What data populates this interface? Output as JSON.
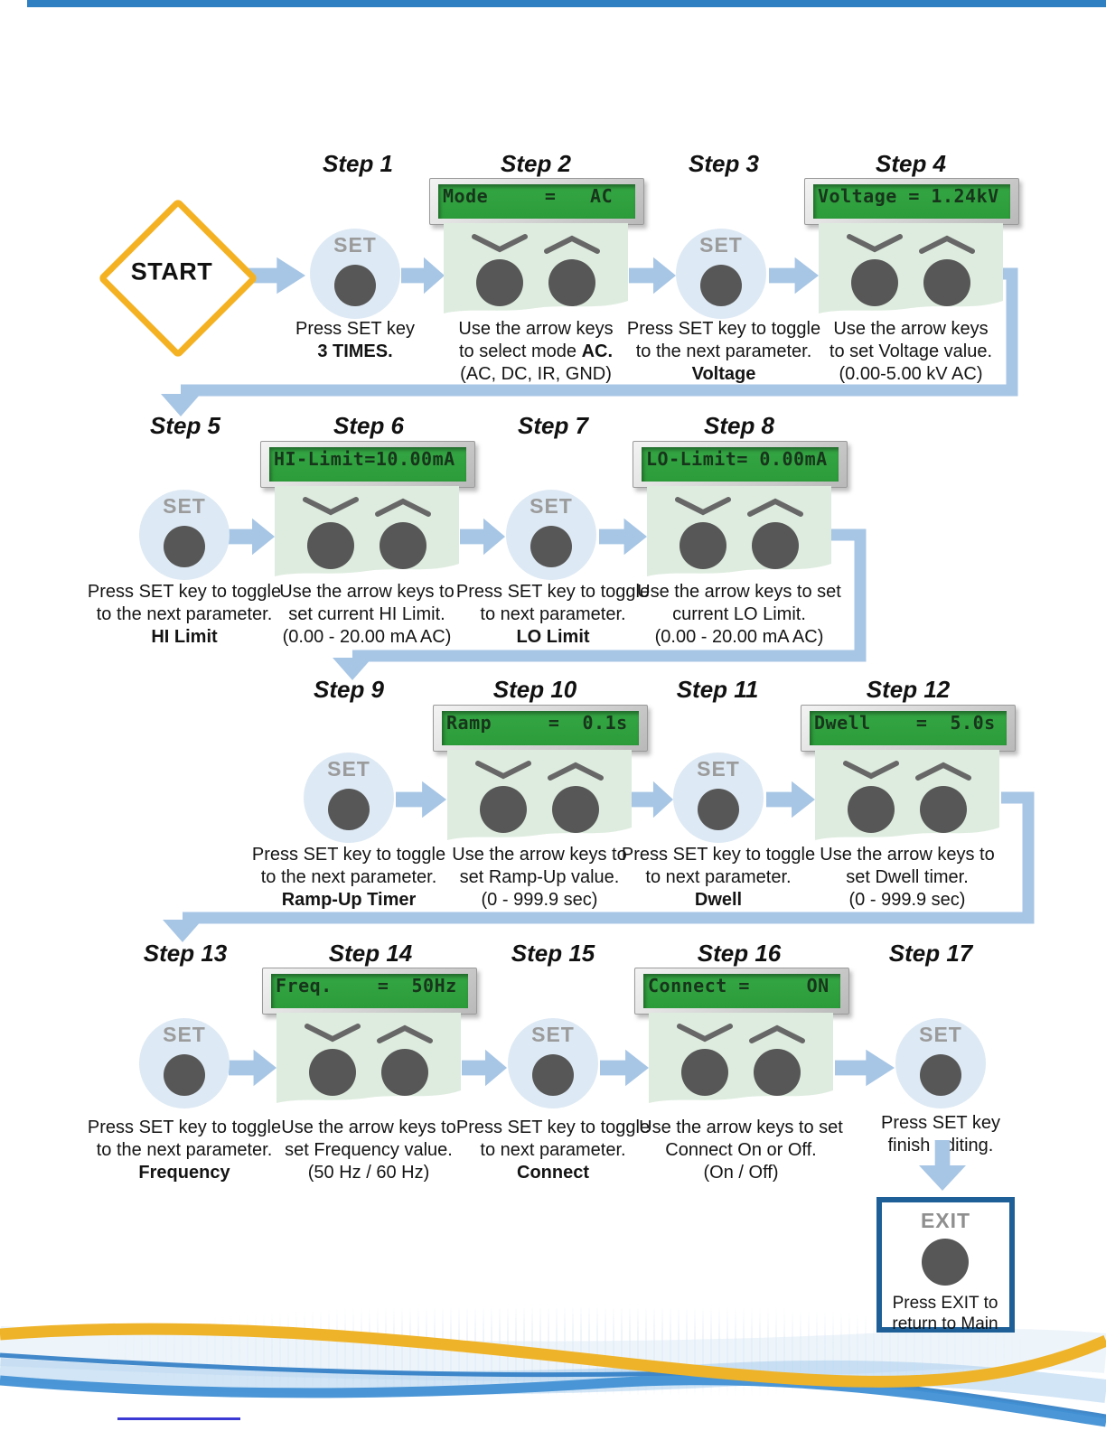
{
  "flow": {
    "start_label": "START",
    "set_key_label": "SET",
    "steps": [
      {
        "id": 1,
        "title": "Step 1",
        "kind": "set",
        "caption": [
          [
            {
              "t": "Press SET key",
              "b": 0
            }
          ],
          [
            {
              "t": "3 TIMES.",
              "b": 1
            }
          ]
        ]
      },
      {
        "id": 2,
        "title": "Step 2",
        "kind": "display",
        "lcd": "Mode     =   AC",
        "caption": [
          [
            {
              "t": "Use the arrow keys",
              "b": 0
            }
          ],
          [
            {
              "t": "to select mode ",
              "b": 0
            },
            {
              "t": "AC.",
              "b": 1
            }
          ],
          [
            {
              "t": "(AC, DC, IR, GND)",
              "b": 0
            }
          ]
        ]
      },
      {
        "id": 3,
        "title": "Step 3",
        "kind": "set",
        "caption": [
          [
            {
              "t": "Press SET key to toggle",
              "b": 0
            }
          ],
          [
            {
              "t": "to the next parameter.",
              "b": 0
            }
          ],
          [
            {
              "t": "Voltage",
              "b": 1
            }
          ]
        ]
      },
      {
        "id": 4,
        "title": "Step 4",
        "kind": "display",
        "lcd": "Voltage = 1.24kV",
        "caption": [
          [
            {
              "t": "Use the arrow keys",
              "b": 0
            }
          ],
          [
            {
              "t": "to set Voltage value.",
              "b": 0
            }
          ],
          [
            {
              "t": "(0.00-5.00 kV AC)",
              "b": 0
            }
          ]
        ]
      },
      {
        "id": 5,
        "title": "Step 5",
        "kind": "set",
        "caption": [
          [
            {
              "t": "Press SET key to toggle",
              "b": 0
            }
          ],
          [
            {
              "t": "to the next parameter.",
              "b": 0
            }
          ],
          [
            {
              "t": "HI Limit",
              "b": 1
            }
          ]
        ]
      },
      {
        "id": 6,
        "title": "Step 6",
        "kind": "display",
        "lcd": "HI-Limit=10.00mA",
        "caption": [
          [
            {
              "t": "Use the arrow keys to",
              "b": 0
            }
          ],
          [
            {
              "t": "set current HI Limit.",
              "b": 0
            }
          ],
          [
            {
              "t": "(0.00 - 20.00 mA AC)",
              "b": 0
            }
          ]
        ]
      },
      {
        "id": 7,
        "title": "Step 7",
        "kind": "set",
        "caption": [
          [
            {
              "t": "Press SET key to toggle",
              "b": 0
            }
          ],
          [
            {
              "t": "to next parameter.",
              "b": 0
            }
          ],
          [
            {
              "t": "LO Limit",
              "b": 1
            }
          ]
        ]
      },
      {
        "id": 8,
        "title": "Step 8",
        "kind": "display",
        "lcd": "LO-Limit= 0.00mA",
        "caption": [
          [
            {
              "t": "Use the arrow keys to set",
              "b": 0
            }
          ],
          [
            {
              "t": "current LO Limit.",
              "b": 0
            }
          ],
          [
            {
              "t": "(0.00 - 20.00 mA AC)",
              "b": 0
            }
          ]
        ]
      },
      {
        "id": 9,
        "title": "Step 9",
        "kind": "set",
        "caption": [
          [
            {
              "t": "Press SET key to toggle",
              "b": 0
            }
          ],
          [
            {
              "t": "to the next parameter.",
              "b": 0
            }
          ],
          [
            {
              "t": "Ramp-Up Timer",
              "b": 1
            }
          ]
        ]
      },
      {
        "id": 10,
        "title": "Step 10",
        "kind": "display",
        "lcd": "Ramp     =  0.1s",
        "caption": [
          [
            {
              "t": "Use the arrow keys to",
              "b": 0
            }
          ],
          [
            {
              "t": "set Ramp-Up value.",
              "b": 0
            }
          ],
          [
            {
              "t": "(0 - 999.9 sec)",
              "b": 0
            }
          ]
        ]
      },
      {
        "id": 11,
        "title": "Step 11",
        "kind": "set",
        "caption": [
          [
            {
              "t": "Press SET key to toggle",
              "b": 0
            }
          ],
          [
            {
              "t": "to next parameter.",
              "b": 0
            }
          ],
          [
            {
              "t": "Dwell",
              "b": 1
            }
          ]
        ]
      },
      {
        "id": 12,
        "title": "Step 12",
        "kind": "display",
        "lcd": "Dwell    =  5.0s",
        "caption": [
          [
            {
              "t": "Use the arrow keys to",
              "b": 0
            }
          ],
          [
            {
              "t": "set Dwell timer.",
              "b": 0
            }
          ],
          [
            {
              "t": "(0 - 999.9 sec)",
              "b": 0
            }
          ]
        ]
      },
      {
        "id": 13,
        "title": "Step 13",
        "kind": "set",
        "caption": [
          [
            {
              "t": "Press SET key to toggle",
              "b": 0
            }
          ],
          [
            {
              "t": "to the next parameter.",
              "b": 0
            }
          ],
          [
            {
              "t": "Frequency",
              "b": 1
            }
          ]
        ]
      },
      {
        "id": 14,
        "title": "Step 14",
        "kind": "display",
        "lcd": "Freq.    =  50Hz",
        "caption": [
          [
            {
              "t": "Use the arrow keys to",
              "b": 0
            }
          ],
          [
            {
              "t": "set Frequency value.",
              "b": 0
            }
          ],
          [
            {
              "t": "(50 Hz / 60 Hz)",
              "b": 0
            }
          ]
        ]
      },
      {
        "id": 15,
        "title": "Step 15",
        "kind": "set",
        "caption": [
          [
            {
              "t": "Press SET key to toggle",
              "b": 0
            }
          ],
          [
            {
              "t": "to next parameter.",
              "b": 0
            }
          ],
          [
            {
              "t": "Connect",
              "b": 1
            }
          ]
        ]
      },
      {
        "id": 16,
        "title": "Step 16",
        "kind": "display",
        "lcd": "Connect =     ON",
        "caption": [
          [
            {
              "t": "Use the arrow keys to set",
              "b": 0
            }
          ],
          [
            {
              "t": "Connect On or Off.",
              "b": 0
            }
          ],
          [
            {
              "t": "(On / Off)",
              "b": 0
            }
          ]
        ]
      },
      {
        "id": 17,
        "title": "Step 17",
        "kind": "set",
        "caption": [
          [
            {
              "t": "Press SET key",
              "b": 0
            }
          ],
          [
            {
              "t": "finish editing.",
              "b": 0
            }
          ]
        ]
      }
    ],
    "exit": {
      "key_label": "EXIT",
      "caption": [
        [
          {
            "t": "Press EXIT to",
            "b": 0
          }
        ],
        [
          {
            "t": "return to Main",
            "b": 0
          }
        ]
      ]
    }
  },
  "colors": {
    "accent_blue_arrow": "#a7c6e5",
    "start_gold": "#F4B223",
    "lcd_green": "#2fa23d",
    "panel_mint": "#deecdf",
    "key_gray": "#575757",
    "exit_border": "#1d5f96",
    "wave_gold": "#EFB32A",
    "wave_blue": "#4190d4",
    "topbar_blue": "#2f80c2"
  }
}
